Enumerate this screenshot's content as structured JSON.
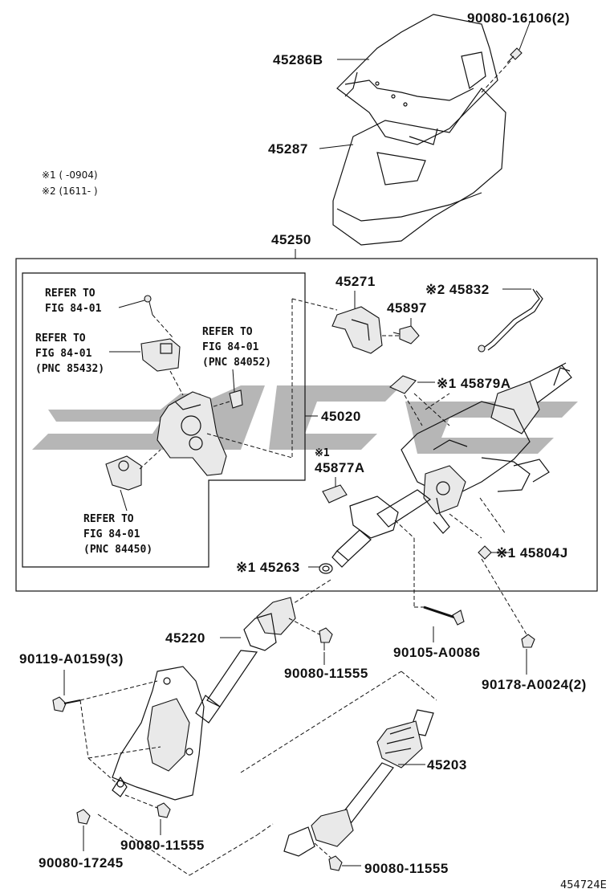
{
  "notes": {
    "n1": "※1 (      -0904)",
    "n2": "※2 (1611-       )"
  },
  "labels": {
    "p90080_16106": "90080-16106(2)",
    "p45286B": "45286B",
    "p45287": "45287",
    "p45250": "45250",
    "p45271": "45271",
    "p45832": "※2 45832",
    "p45897": "45897",
    "p45879A": "※1 45879A",
    "p45020": "45020",
    "p45877A_mark": "※1",
    "p45877A": "45877A",
    "p45804J": "※1 45804J",
    "p45263": "※1 45263",
    "p45220": "45220",
    "p90119": "90119-A0159(3)",
    "p90080_11555_a": "90080-11555",
    "p90105": "90105-A0086",
    "p90178": "90178-A0024(2)",
    "p45203": "45203",
    "p90080_11555_b": "90080-11555",
    "p90080_17245": "90080-17245",
    "p90080_11555_c": "90080-11555"
  },
  "refers": {
    "r1_line1": "REFER TO",
    "r1_line2": "FIG 84-01",
    "r2_line1": "REFER TO",
    "r2_line2": "FIG 84-01",
    "r2_line3": "(PNC 85432)",
    "r3_line1": "REFER TO",
    "r3_line2": "FIG 84-01",
    "r3_line3": "(PNC 84052)",
    "r4_line1": "REFER TO",
    "r4_line2": "FIG 84-01",
    "r4_line3": "(PNC 84450)"
  },
  "figure_id": "454724E"
}
